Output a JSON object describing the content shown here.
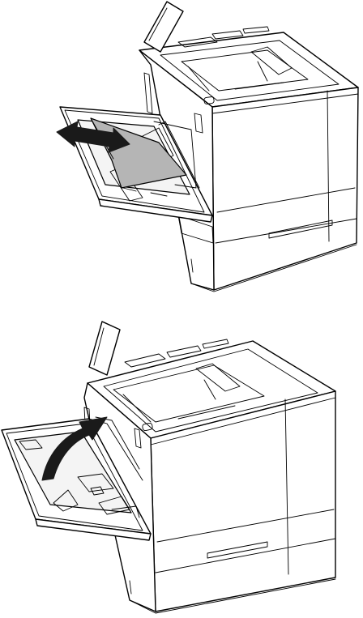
{
  "figure": {
    "steps": [
      {
        "id": "step-1",
        "action": "remove-jammed-paper-from-tray-1",
        "arrow": "double-headed-horizontal",
        "paper_color": "#b5b5b5"
      },
      {
        "id": "step-2",
        "action": "close-tray-1",
        "arrow": "curved-up-right"
      }
    ],
    "colors": {
      "line": "#000000",
      "arrow": "#1a1a1a",
      "paper": "#b5b5b5",
      "background": "#ffffff"
    }
  }
}
